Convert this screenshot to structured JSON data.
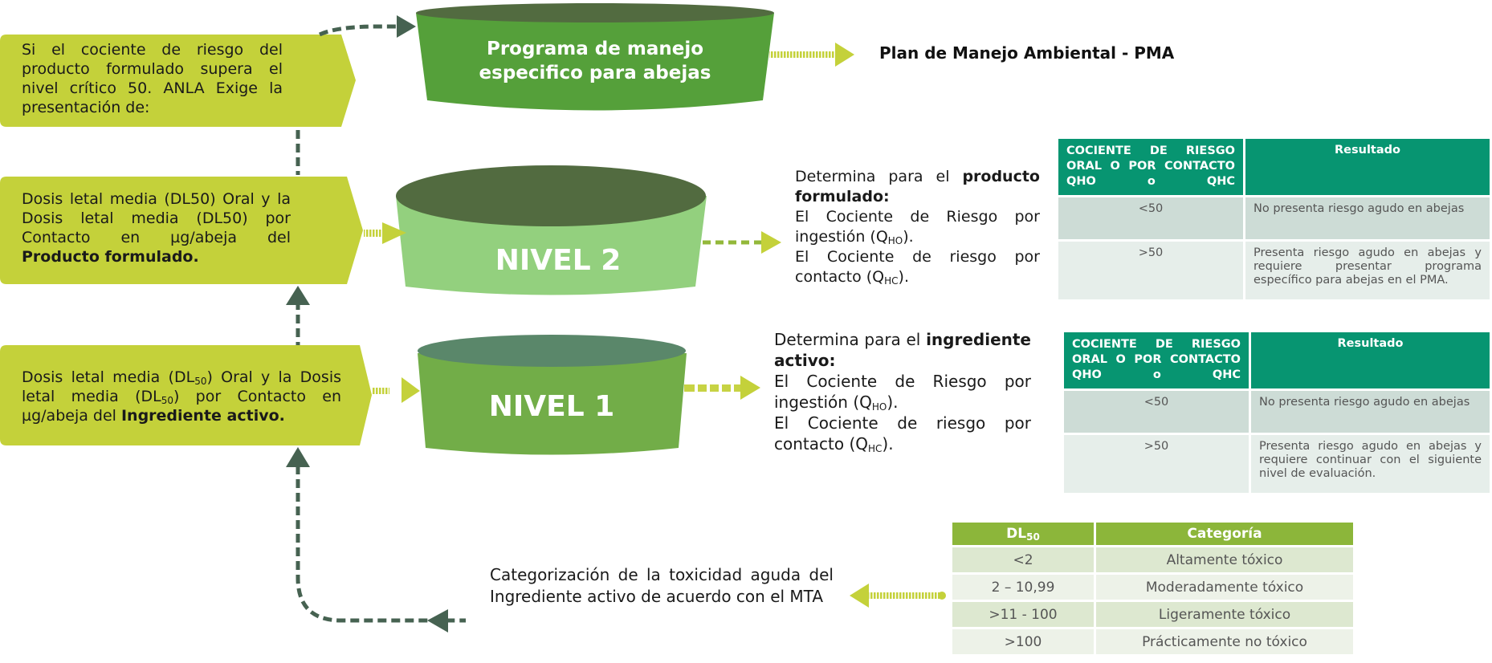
{
  "colors": {
    "lime": "#c4d13a",
    "dark_connector": "#466251",
    "top_cylinder_body": "#55a03a",
    "top_cylinder_lid": "#526b40",
    "nivel2_body": "#93d07e",
    "nivel2_lid": "#526b40",
    "nivel1_body": "#72ad48",
    "nivel1_lid": "#5a876a",
    "table_header": "#079571",
    "table_row_a": "#cddcd6",
    "table_row_b": "#e6eeea",
    "dl50_header": "#8cb63a",
    "dl50_row_a": "#dde8d0",
    "dl50_row_b": "#edf2e8"
  },
  "boxes": {
    "top": {
      "text": "Si el cociente de riesgo del producto formulado supera el nivel crítico 50. ANLA Exige la presentación de:"
    },
    "middle": {
      "text": "Dosis letal media (DL50) Oral y la Dosis letal media (DL50) por Contacto en µg/abeja del ",
      "bold": "Producto formulado."
    },
    "bottom": {
      "text_a": "Dosis letal media (DL",
      "sub_a": "50",
      "text_b": ") Oral y la Dosis letal media (DL",
      "sub_b": "50",
      "text_c": ") por Contacto en µg/abeja del ",
      "bold": "Ingrediente activo."
    }
  },
  "cylinders": {
    "program": {
      "line1": "Programa de manejo",
      "line2": "especifico para abejas"
    },
    "nivel2": {
      "label": "NIVEL 2"
    },
    "nivel1": {
      "label": "NIVEL 1"
    }
  },
  "pma_label": "Plan de Manejo Ambiental - PMA",
  "nivel2_desc": {
    "intro": "Determina para el ",
    "bold": "producto formulado:",
    "line1": "El Cociente de Riesgo por ingestión (Q",
    "sub1": "HO",
    "end1": ").",
    "line2": "El Cociente de riesgo por contacto (Q",
    "sub2": "HC",
    "end2": ")."
  },
  "nivel1_desc": {
    "intro": "Determina para el ",
    "bold": "ingrediente activo:",
    "line1": "El Cociente de Riesgo por ingestión (Q",
    "sub1": "HO",
    "end1": ").",
    "line2": "El Cociente de riesgo por contacto (Q",
    "sub2": "HC",
    "end2": ")."
  },
  "table_nivel2": {
    "headers": [
      "COCIENTE DE RIESGO ORAL O POR CONTACTO QHO o QHC",
      "Resultado"
    ],
    "rows": [
      [
        "<50",
        "No presenta riesgo agudo en abejas"
      ],
      [
        ">50",
        "Presenta riesgo agudo en abejas y requiere presentar programa específico para abejas en el PMA."
      ]
    ]
  },
  "table_nivel1": {
    "headers": [
      "COCIENTE DE RIESGO ORAL O POR CONTACTO QHO o QHC",
      "Resultado"
    ],
    "rows": [
      [
        "<50",
        "No presenta riesgo agudo en abejas"
      ],
      [
        ">50",
        "Presenta riesgo agudo en abejas y requiere continuar con el siguiente nivel de evaluación."
      ]
    ]
  },
  "table_dl50": {
    "header_dl": "DL",
    "header_dl_sub": "50",
    "header_cat": "Categoría",
    "rows": [
      [
        "<2",
        "Altamente tóxico"
      ],
      [
        "2 – 10,99",
        "Moderadamente tóxico"
      ],
      [
        ">11 - 100",
        "Ligeramente tóxico"
      ],
      [
        ">100",
        "Prácticamente no tóxico"
      ]
    ]
  },
  "mta_text": "Categorización de la toxicidad aguda del Ingrediente activo de acuerdo con el MTA"
}
